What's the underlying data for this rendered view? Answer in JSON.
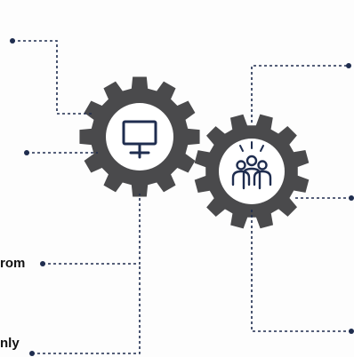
{
  "labels": {
    "from_fragment": "rom",
    "only_fragment": "nly"
  },
  "gears": [
    {
      "name": "computer-gear",
      "icon": "monitor-icon"
    },
    {
      "name": "team-gear",
      "icon": "people-group-icon"
    }
  ],
  "colors": {
    "gear": "#4a4a4c",
    "line": "#1f2d4f",
    "icon": "#1f2d4f",
    "background": "#fdfdfd"
  }
}
